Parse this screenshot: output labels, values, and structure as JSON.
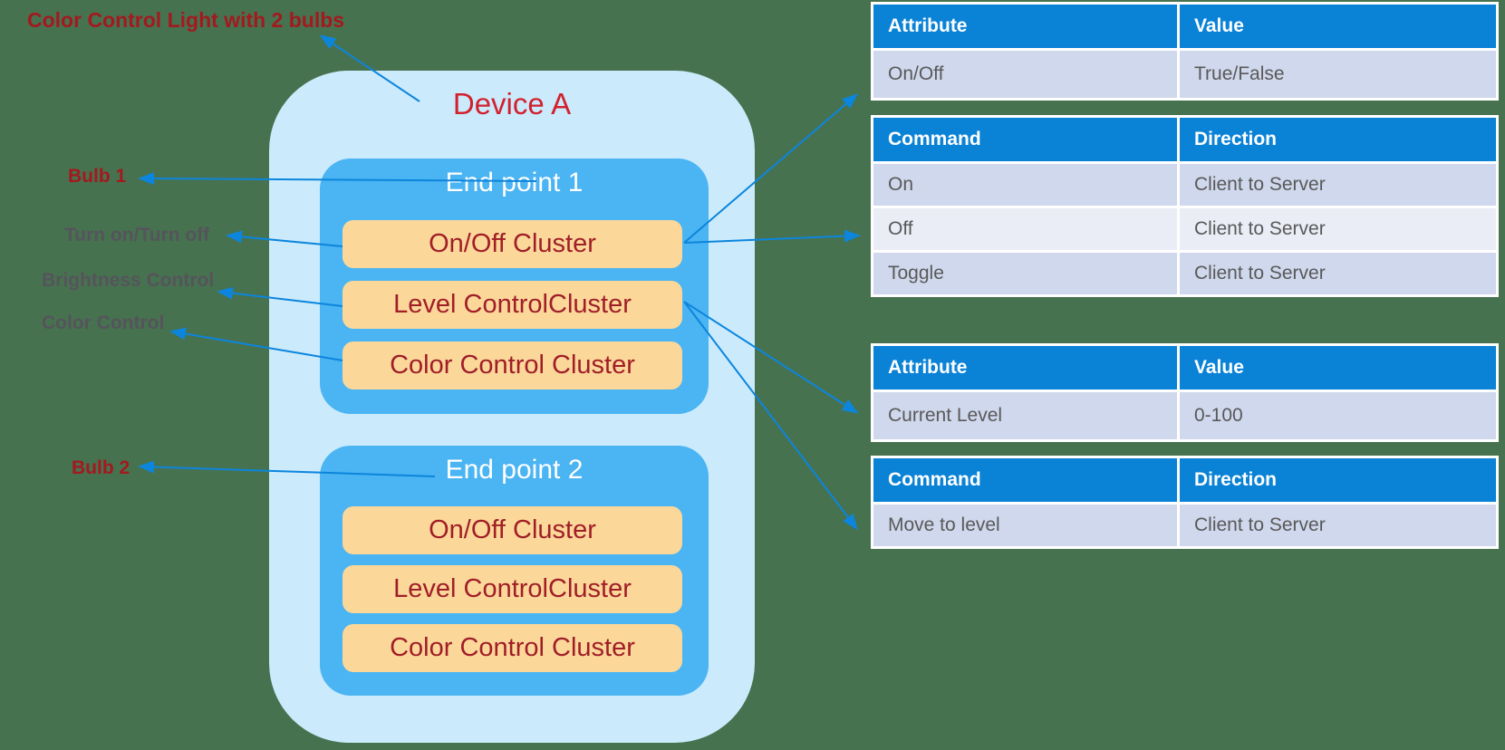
{
  "colors": {
    "bg": "#47724F",
    "device_fill": "#CBEBFD",
    "endpoint_fill": "#4BB4F2",
    "cluster_fill": "#FBD89A",
    "cluster_text": "#A11E28",
    "device_label_red": "#D2212E",
    "annotation_red": "#A3191F",
    "gray_label": "#55545C",
    "arrow": "#0C85DC",
    "header_blue": "#0A82D6",
    "band_dark": "#CFD8EC",
    "band_light": "#EAEDF6",
    "table_text": "#595959"
  },
  "annotations": {
    "title": "Color Control Light with 2 bulbs",
    "bulb1": "Bulb 1",
    "turn_on_off": "Turn on/Turn off",
    "brightness": "Brightness Control",
    "color_control": "Color Control",
    "bulb2": "Bulb 2"
  },
  "device": {
    "label": "Device A",
    "endpoints": [
      {
        "label": "End point 1",
        "clusters": [
          "On/Off Cluster",
          "Level ControlCluster",
          "Color Control Cluster"
        ]
      },
      {
        "label": "End point 2",
        "clusters": [
          "On/Off Cluster",
          "Level ControlCluster",
          "Color Control Cluster"
        ]
      }
    ]
  },
  "tables": [
    {
      "id": "onoff-attribute-table",
      "headers": [
        "Attribute",
        "Value"
      ],
      "rows": [
        {
          "shade": "dark",
          "cells": [
            "On/Off",
            "True/False"
          ]
        }
      ]
    },
    {
      "id": "onoff-command-table",
      "headers": [
        "Command",
        "Direction"
      ],
      "rows": [
        {
          "shade": "dark",
          "cells": [
            "On",
            "Client to Server"
          ]
        },
        {
          "shade": "light",
          "cells": [
            "Off",
            "Client to Server"
          ]
        },
        {
          "shade": "dark",
          "cells": [
            "Toggle",
            "Client to Server"
          ]
        }
      ]
    },
    {
      "id": "level-attribute-table",
      "headers": [
        "Attribute",
        "Value"
      ],
      "rows": [
        {
          "shade": "dark",
          "cells": [
            "Current Level",
            "0-100"
          ]
        }
      ]
    },
    {
      "id": "level-command-table",
      "headers": [
        "Command",
        "Direction"
      ],
      "rows": [
        {
          "shade": "dark",
          "cells": [
            "Move to level",
            "Client to Server"
          ]
        }
      ]
    }
  ]
}
